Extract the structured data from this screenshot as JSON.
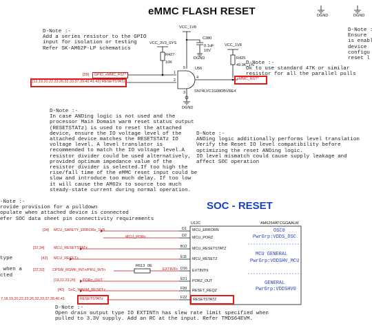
{
  "emmc": {
    "title": "eMMC FLASH RESET",
    "note_left": "D-Note :-\nAdd a series resistor to the GPIO\ninput for isolation or testing\nRefer SK-AM62P-LP schematics",
    "note_right_top": "D-Note :-\nEnsure\nis enabl\ndevice\nconfigu\nreset l",
    "note_ok": "D-Note :-\nOk to use standard 47K or similar\nresistor for all the parallel pulls",
    "note_and": "D-Note :-\nIn case ANDing logic is not used and the\nprocessor Main Domain warm reset status output\n(RESETSTATz) is used to reset the attached\ndevice, ensure the IO voltage level of the\nattached device matches the RESETSTATz IO\nvoltage level. A level translator is\nrecommended to match the IO voltage level.A\nresistor divider could be used alternatively,\nprovided optimum impedance value of the\nresistor divider is selected.If too high the\nrise/fall time of the eMMC reset input could be\nslow and introduce too much delay. If too low\nit will cause the AM62x to source too much\nsteady-state current during normal operation.",
    "note_anding": "D-Note :-\nANDing logic additionally performs level translation\nVerify the Reset IO level compatibility before\noptimizing the reset ANDing logic.\nIO level mismatch could cause supply leakage and\naffect SOC operation",
    "vcc_top": "VCC_1V8",
    "vcc_sys": "VCC_3V3_SYS",
    "vcc_right": "VCC_1V8",
    "r427": "R427",
    "r427_val": "10K",
    "c380": "C380",
    "c380_val1": "0.1uF",
    "c380_val2": "10V",
    "r425": "R425",
    "r425_val": "49.9K_1%",
    "u56": "U56",
    "u56_part": "SN74LVC1G08DBVRE4",
    "gpio_tag": "GPIO_eMMC_RST*",
    "gpio_ref": "[39]",
    "resetstat_tag": "RESETSTATz",
    "resetstat_ref": "[12,19,20,22,23,26,32,33,37,39,40,41,42]",
    "emmc_rst_tag": "eMMC_RST*",
    "dgnd": "DGND",
    "pin1": "1",
    "pin2": "2",
    "pin3": "3",
    "pin4": "4",
    "pin5": "5"
  },
  "soc": {
    "title": "SOC - RESET",
    "note_pulldown": "-Note :-\nrovide provision for a pulldown\nopulate when attached device is connected\nefer SOC data sheet pin connectivity requirements",
    "note_type": "type\n\n when a\ncted",
    "note_bottom": "D-Note :-\nOpen drain output type IO EXTINTn has slew rate limit specified when\npulled to 3.3V supply. Add an RC at the input. Refer TMDS64EVM.",
    "u12c": "U12C",
    "u12c_part": "AM6254ATCGGAALW",
    "osc_label": "OSC0",
    "osc_pwr": "PwrGrp:VDDS_OSC",
    "mcu_label": "MCU GENERAL",
    "mcu_pwr": "PwrGrp:VDDSHV_MCU",
    "gen_label": "GENERAL",
    "gen_pwr": "PwrGrp:VDDSHV0",
    "r613": "R613",
    "r613_val": "0E",
    "extintn_net": "EXTINTn",
    "mcu_porz_net": "MCU_PORz",
    "pins": [
      {
        "ref": "[34]",
        "net": "MCU_SAFETY_ERRORz_1V8",
        "pin": "D1",
        "name": "MCU_ERRORN"
      },
      {
        "ref": "",
        "net": "",
        "pin": "D2",
        "name": "MCU_PORZ"
      },
      {
        "ref": "[32,34]",
        "net": "MCU_RESETSTATz",
        "pin": "B12",
        "name": "MCU_RESETSTATZ"
      },
      {
        "ref": "[43]",
        "net": "MCU_RESETz",
        "pin": "E11",
        "name": "MCU_RESETZ"
      },
      {
        "ref": "[22,32]",
        "net": "CPSW_RGMII_INTn/PRU_INTn",
        "pin": "D16",
        "name": "EXTINTN"
      },
      {
        "ref": "[19,22,23,26]",
        "net": "PORz_OUT",
        "pin": "E21",
        "name": "PORZ_OUT"
      },
      {
        "ref": "[40]",
        "net": "SoC_WARM_RESETz",
        "pin": "F20",
        "name": "RESET_REQZ"
      },
      {
        "ref": "7,18,19,20,22,23,26,32,33,37,39,40,41",
        "net": "RESETSTATz",
        "pin": "F22",
        "name": "RESETSTATZ"
      }
    ]
  },
  "colors": {
    "wire": "#111111",
    "net_red": "#c21717",
    "highlight": "#e01b1b",
    "title_blue": "#1a3fc4",
    "pin_blue": "#2a3fbf"
  }
}
